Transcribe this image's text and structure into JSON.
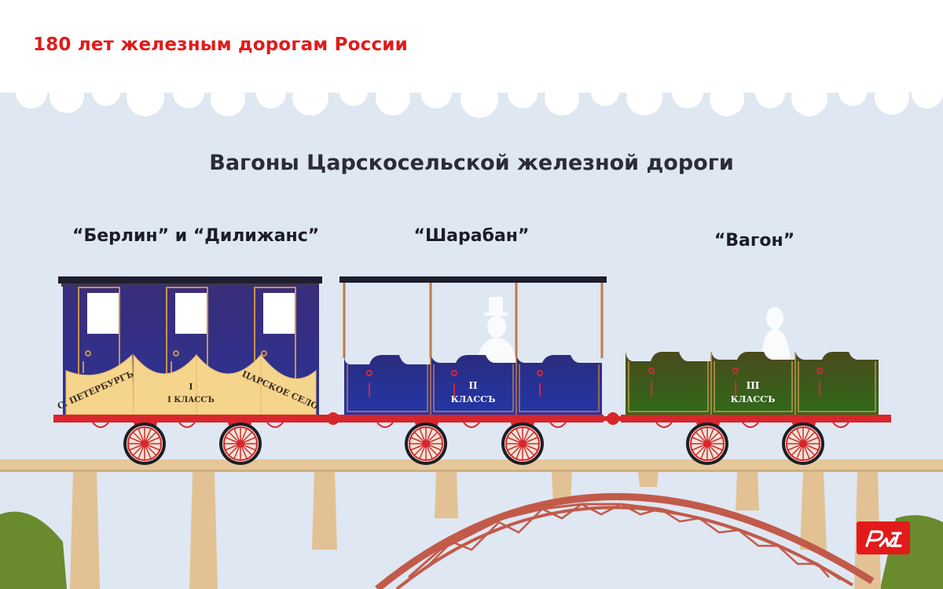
{
  "header": {
    "title": "180 лет железным дорогам России"
  },
  "main": {
    "title": "Вагоны Царскосельской железной дороги"
  },
  "cars": [
    {
      "label": "“Берлин” и “Дилижанс”",
      "banner": [
        "С. ПЕТЕРБУРГЪ",
        "I КЛАССЪ",
        "ЦАРСКОЕ СЕЛО"
      ]
    },
    {
      "label": "“Шарабан”",
      "class_line1": "II",
      "class_line2": "КЛАССЪ"
    },
    {
      "label": "“Вагон”",
      "class_line1": "III",
      "class_line2": "КЛАССЪ"
    }
  ],
  "logo": {
    "icon": "rzd-logo-icon"
  },
  "colors": {
    "brand_red": "#e21a1a",
    "sky": "#dfe7f2",
    "car1_body": "#2c2f80",
    "car2_body": "#252e8c",
    "car3_body": "#3c5418",
    "banner": "#f5d58c",
    "frame_red": "#d8262c",
    "bridge_deck": "#e6c79a",
    "bridge_arch": "#c25a4a"
  }
}
